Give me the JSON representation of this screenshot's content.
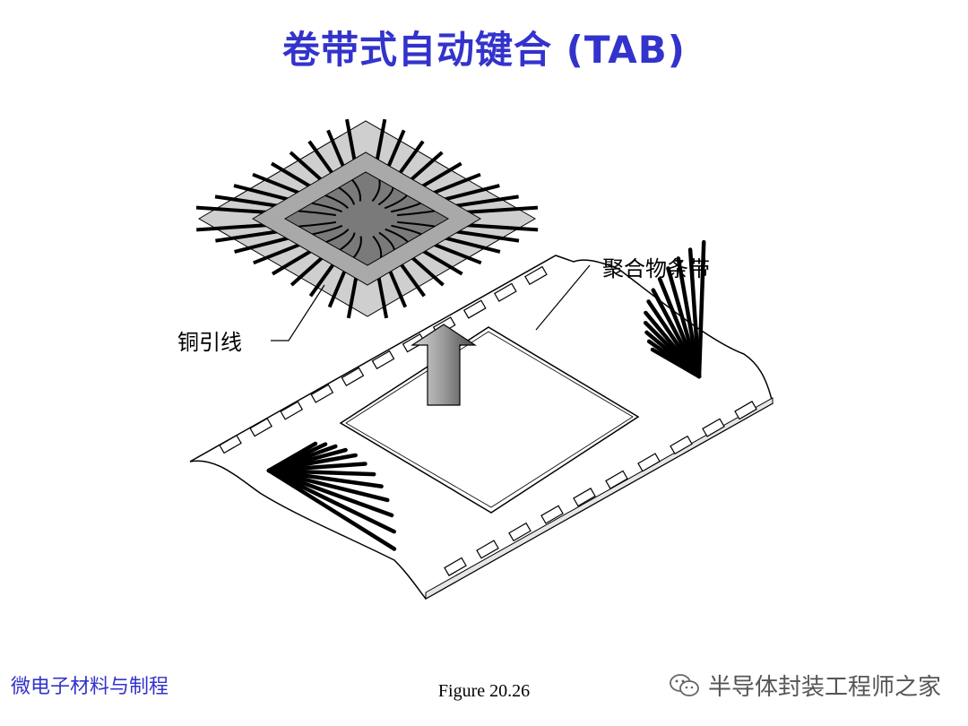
{
  "title": "卷带式自动键合 (TAB)",
  "labels": {
    "copper_leads": "铜引线",
    "polymer_tape": "聚合物条带"
  },
  "footer": {
    "course": "微电子材料与制程",
    "figure": "Figure 20.26",
    "watermark": "半导体封装工程师之家"
  },
  "icons": [
    "wechat-icon",
    "up-arrow-icon"
  ],
  "colors": {
    "title": "#3333cc",
    "course": "#3333cc",
    "lead": "#000000",
    "die": "#777777",
    "frame": "#cccccc"
  }
}
